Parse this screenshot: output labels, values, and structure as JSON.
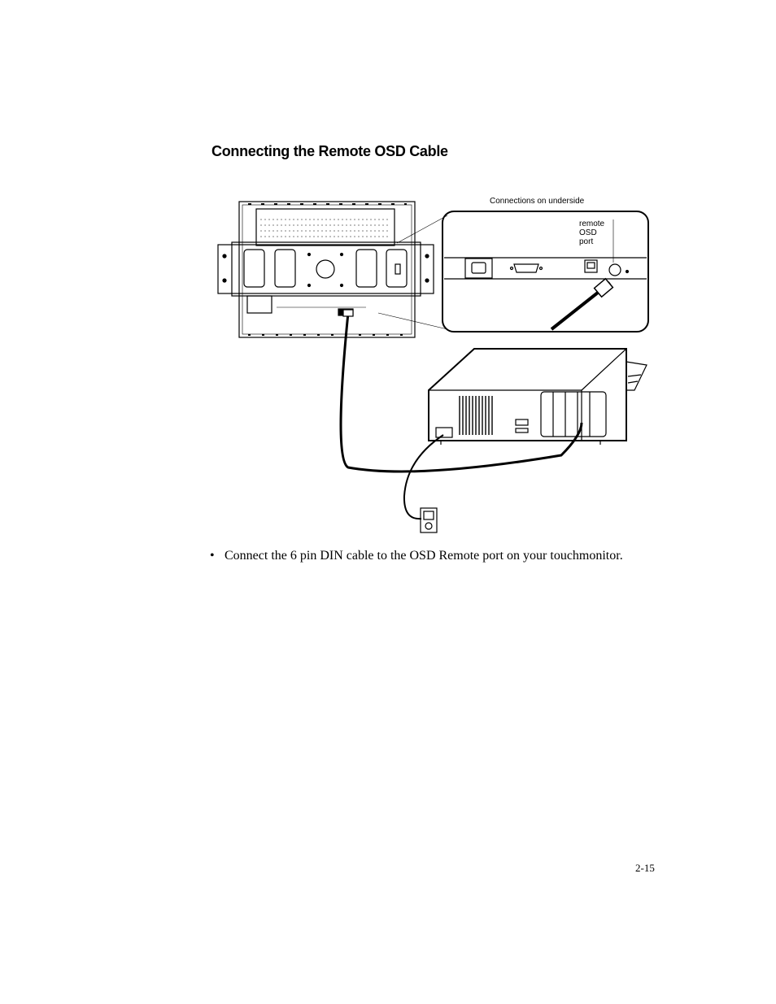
{
  "section_title": "Connecting the Remote OSD Cable",
  "figure": {
    "callout_underside": "Connections on underside",
    "callout_port": [
      "remote",
      "OSD",
      "port"
    ]
  },
  "bullets": [
    "Connect the 6 pin DIN cable to the OSD Remote port on your touchmonitor."
  ],
  "page_number": "2-15"
}
